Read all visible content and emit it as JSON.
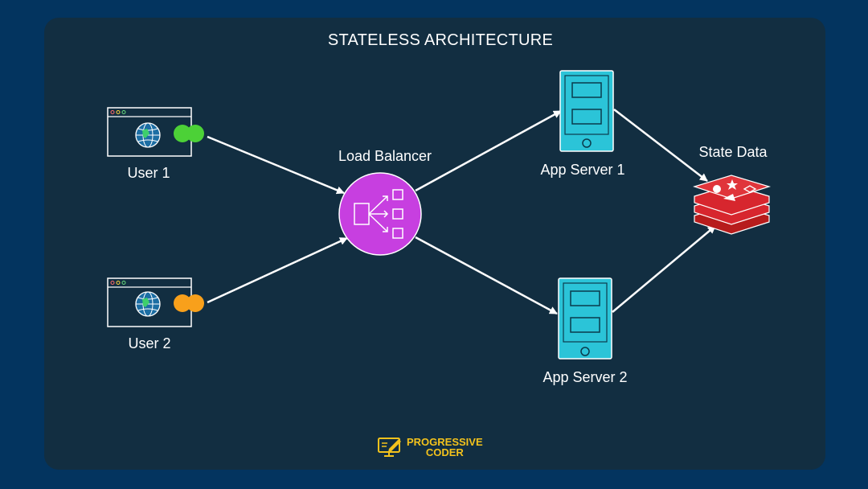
{
  "title": "STATELESS ARCHITECTURE",
  "nodes": {
    "user1": {
      "label": "User 1",
      "token_color": "#4cd137"
    },
    "user2": {
      "label": "User 2",
      "token_color": "#f8a01b"
    },
    "load_balancer": {
      "label": "Load Balancer",
      "color": "#c73fe0"
    },
    "app_server_1": {
      "label": "App Server 1",
      "color": "#2bc4d8"
    },
    "app_server_2": {
      "label": "App Server 2",
      "color": "#2bc4d8"
    },
    "state_data": {
      "label": "State Data",
      "color": "#d7262e"
    }
  },
  "icons": {
    "user_device": "browser-globe-icon",
    "load_balancer": "load-balancer-icon",
    "app_server": "mobile-server-icon",
    "state_data": "redis-stack-icon",
    "brand": "computer-pen-icon"
  },
  "brand": {
    "line1": "PROGRESSIVE",
    "line2": "CODER",
    "color": "#f3c21c"
  },
  "edges": [
    [
      "User 1",
      "Load Balancer"
    ],
    [
      "User 2",
      "Load Balancer"
    ],
    [
      "Load Balancer",
      "App Server 1"
    ],
    [
      "Load Balancer",
      "App Server 2"
    ],
    [
      "App Server 1",
      "State Data"
    ],
    [
      "App Server 2",
      "State Data"
    ]
  ]
}
